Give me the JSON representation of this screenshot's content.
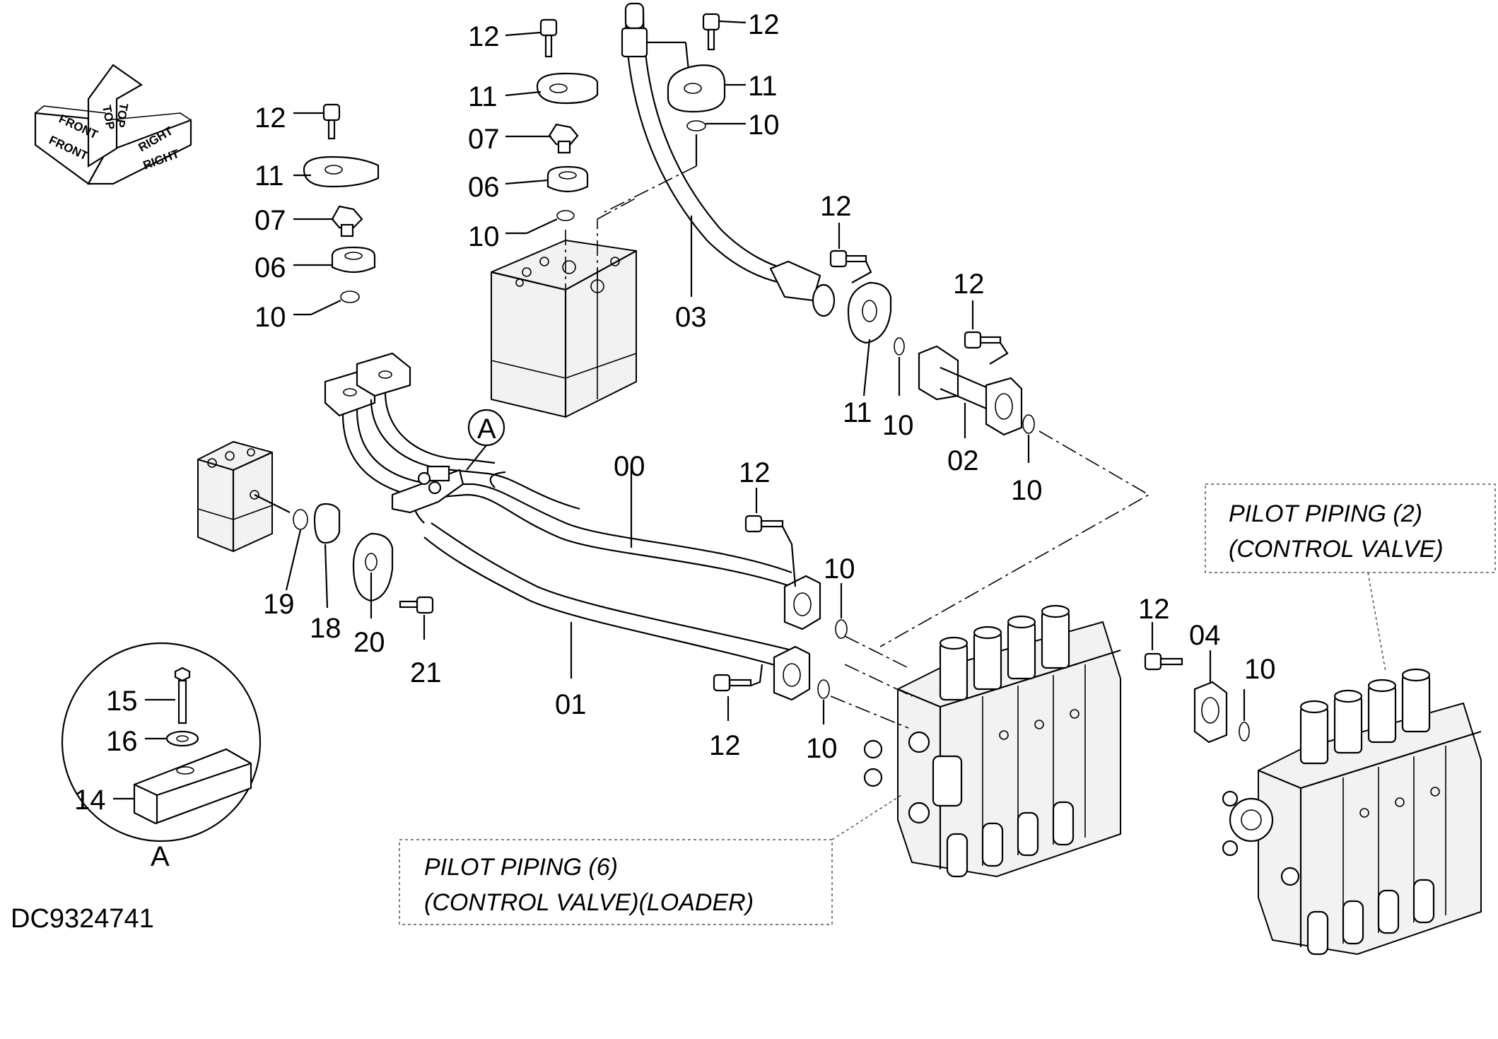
{
  "drawing_code": "DC9324741",
  "direction_labels": {
    "front_1": "FRONT",
    "front_2": "FRONT",
    "top_1": "TOP",
    "top_2": "TOP",
    "right_1": "RIGHT",
    "right_2": "RIGHT"
  },
  "callouts": {
    "pilot_piping_2_line1": "PILOT PIPING (2)",
    "pilot_piping_2_line2": "(CONTROL VALVE)",
    "pilot_piping_6_line1": "PILOT PIPING (6)",
    "pilot_piping_6_line2": "(CONTROL VALVE)(LOADER)"
  },
  "detail": {
    "marker": "A",
    "circle_letter": "A",
    "items": {
      "bolt": "15",
      "washer": "16",
      "clamp": "14"
    }
  },
  "labels": {
    "l12_a": "12",
    "l11_a": "11",
    "l07_a": "07",
    "l06_a": "06",
    "l10_a": "10",
    "l12_b": "12",
    "l11_b": "11",
    "l07_b": "07",
    "l06_b": "06",
    "l10_b": "10",
    "l12_c": "12",
    "l11_c": "11",
    "l10_c": "10",
    "l03": "03",
    "l12_d": "12",
    "l11_d": "11",
    "l10_d": "10",
    "l12_e": "12",
    "l02": "02",
    "l10_e": "10",
    "l00": "00",
    "l12_f": "12",
    "l10_f": "10",
    "l01": "01",
    "l12_g": "12",
    "l10_g": "10",
    "l19": "19",
    "l18": "18",
    "l20": "20",
    "l21": "21",
    "l12_h": "12",
    "l04": "04",
    "l10_h": "10"
  }
}
